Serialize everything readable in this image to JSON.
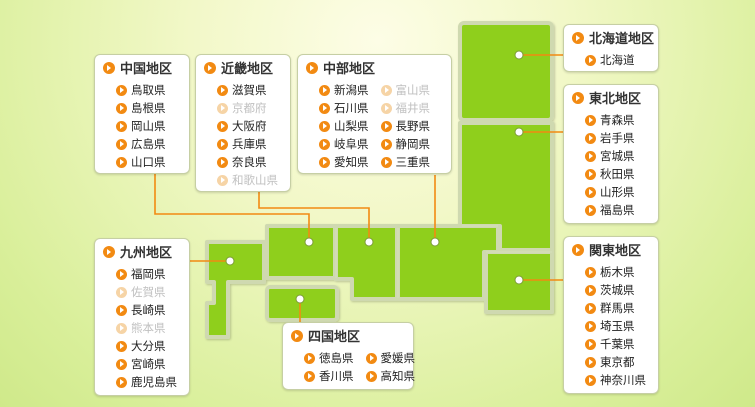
{
  "regions": {
    "chugoku": {
      "title": "中国地区",
      "items": [
        {
          "label": "鳥取県",
          "enabled": true
        },
        {
          "label": "島根県",
          "enabled": true
        },
        {
          "label": "岡山県",
          "enabled": true
        },
        {
          "label": "広島県",
          "enabled": true
        },
        {
          "label": "山口県",
          "enabled": true
        }
      ]
    },
    "kinki": {
      "title": "近畿地区",
      "items": [
        {
          "label": "滋賀県",
          "enabled": true
        },
        {
          "label": "京都府",
          "enabled": false
        },
        {
          "label": "大阪府",
          "enabled": true
        },
        {
          "label": "兵庫県",
          "enabled": true
        },
        {
          "label": "奈良県",
          "enabled": true
        },
        {
          "label": "和歌山県",
          "enabled": false
        }
      ]
    },
    "chubu": {
      "title": "中部地区",
      "items": [
        {
          "label": "新潟県",
          "enabled": true
        },
        {
          "label": "富山県",
          "enabled": false
        },
        {
          "label": "石川県",
          "enabled": true
        },
        {
          "label": "福井県",
          "enabled": false
        },
        {
          "label": "山梨県",
          "enabled": true
        },
        {
          "label": "長野県",
          "enabled": true
        },
        {
          "label": "岐阜県",
          "enabled": true
        },
        {
          "label": "静岡県",
          "enabled": true
        },
        {
          "label": "愛知県",
          "enabled": true
        },
        {
          "label": "三重県",
          "enabled": true
        }
      ]
    },
    "hokkaido": {
      "title": "北海道地区",
      "items": [
        {
          "label": "北海道",
          "enabled": true
        }
      ]
    },
    "tohoku": {
      "title": "東北地区",
      "items": [
        {
          "label": "青森県",
          "enabled": true
        },
        {
          "label": "岩手県",
          "enabled": true
        },
        {
          "label": "宮城県",
          "enabled": true
        },
        {
          "label": "秋田県",
          "enabled": true
        },
        {
          "label": "山形県",
          "enabled": true
        },
        {
          "label": "福島県",
          "enabled": true
        }
      ]
    },
    "kyushu": {
      "title": "九州地区",
      "items": [
        {
          "label": "福岡県",
          "enabled": true
        },
        {
          "label": "佐賀県",
          "enabled": false
        },
        {
          "label": "長崎県",
          "enabled": true
        },
        {
          "label": "熊本県",
          "enabled": false
        },
        {
          "label": "大分県",
          "enabled": true
        },
        {
          "label": "宮崎県",
          "enabled": true
        },
        {
          "label": "鹿児島県",
          "enabled": true
        }
      ]
    },
    "kanto": {
      "title": "関東地区",
      "items": [
        {
          "label": "栃木県",
          "enabled": true
        },
        {
          "label": "茨城県",
          "enabled": true
        },
        {
          "label": "群馬県",
          "enabled": true
        },
        {
          "label": "埼玉県",
          "enabled": true
        },
        {
          "label": "千葉県",
          "enabled": true
        },
        {
          "label": "東京都",
          "enabled": true
        },
        {
          "label": "神奈川県",
          "enabled": true
        }
      ]
    },
    "shikoku": {
      "title": "四国地区",
      "items": [
        {
          "label": "徳島県",
          "enabled": true
        },
        {
          "label": "愛媛県",
          "enabled": true
        },
        {
          "label": "香川県",
          "enabled": true
        },
        {
          "label": "高知県",
          "enabled": true
        }
      ]
    }
  },
  "colors": {
    "map_fill": "#8fcf1a",
    "map_border": "#cfd9b0",
    "marker": "#f28a12",
    "disabled_text": "#c0c0c0"
  }
}
